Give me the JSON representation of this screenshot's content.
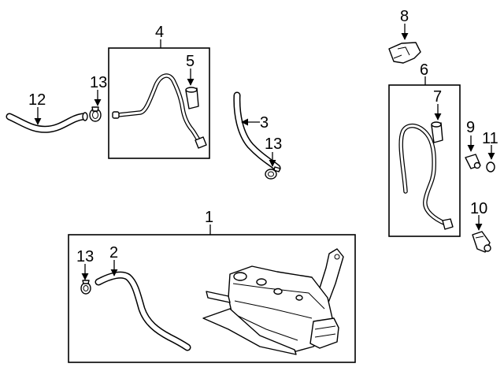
{
  "callouts": {
    "p1": "1",
    "p2": "2",
    "p3": "3",
    "p4": "4",
    "p5": "5",
    "p6": "6",
    "p7": "7",
    "p8": "8",
    "p9": "9",
    "p10": "10",
    "p11": "11",
    "p12": "12",
    "p13_top": "13",
    "p13_mid": "13",
    "p13_bottom": "13"
  }
}
